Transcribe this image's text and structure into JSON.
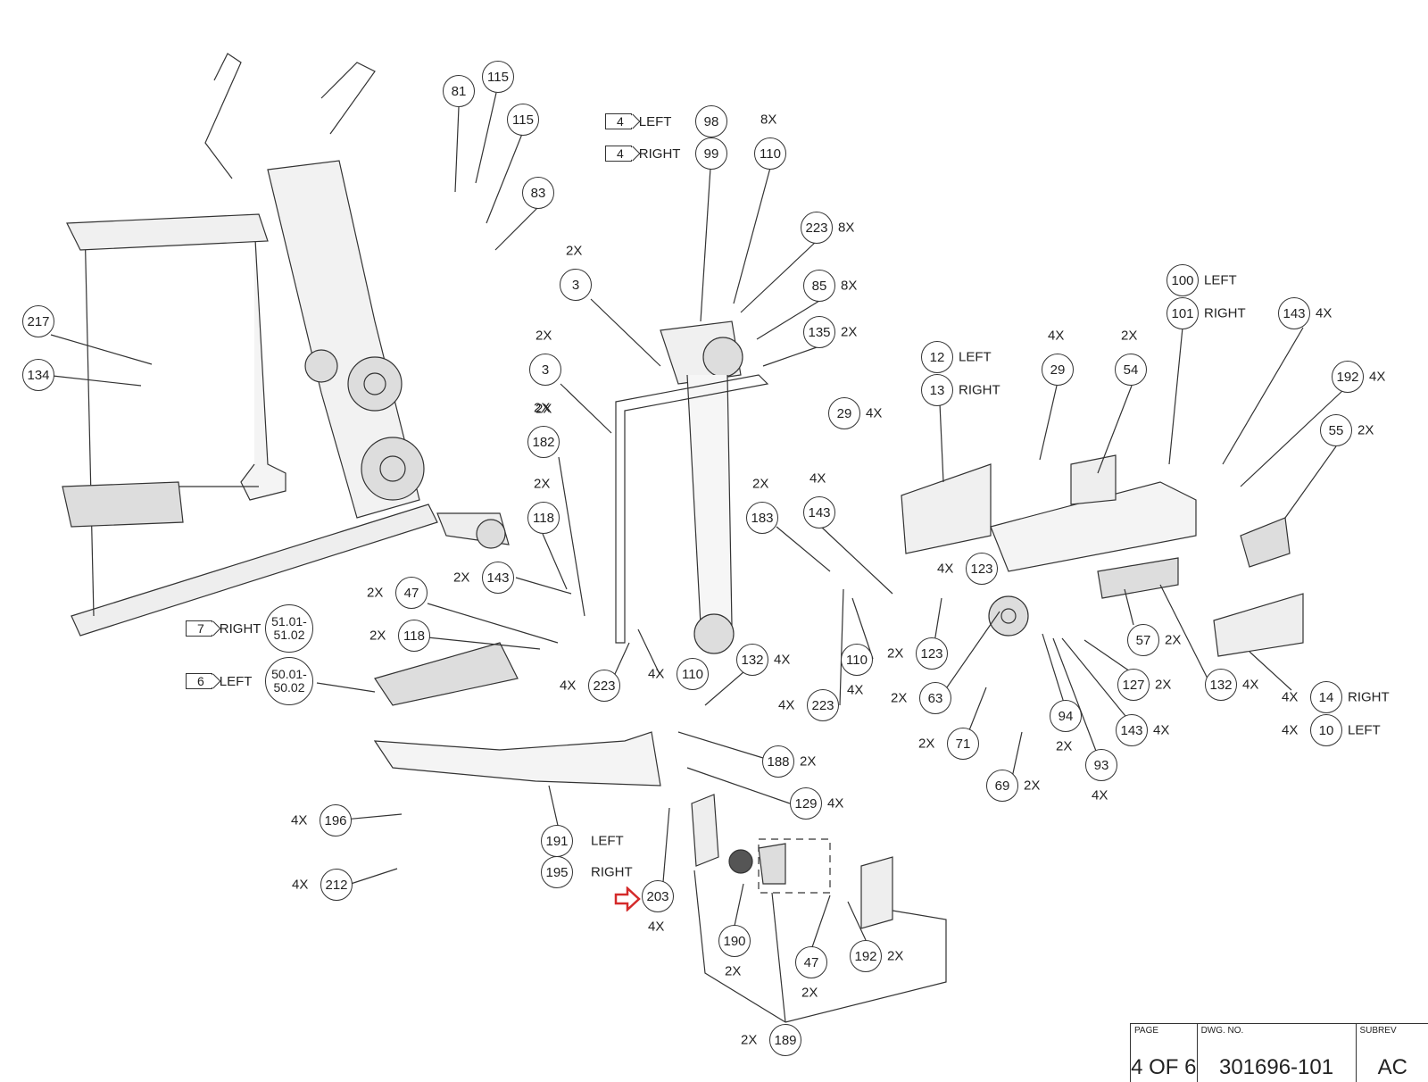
{
  "diagram": {
    "title_block": {
      "page_label": "PAGE",
      "page_value": "4 OF 6",
      "dwg_label": "DWG. NO.",
      "dwg_value": "301696-101",
      "subrev_label": "SUBREV",
      "subrev_value": "AC"
    },
    "sub_assembly_tags": [
      {
        "num": "4",
        "side": "LEFT",
        "part": "98"
      },
      {
        "num": "4",
        "side": "RIGHT",
        "part": "99"
      },
      {
        "num": "7",
        "side": "RIGHT",
        "part": "51.01-\n51.02"
      },
      {
        "num": "6",
        "side": "LEFT",
        "part": "50.01-\n50.02"
      }
    ],
    "callouts": [
      {
        "id": "81",
        "qty": ""
      },
      {
        "id": "115",
        "qty": ""
      },
      {
        "id": "115b",
        "label": "115",
        "qty": ""
      },
      {
        "id": "83",
        "qty": ""
      },
      {
        "id": "110",
        "label": "110",
        "qty": "8X"
      },
      {
        "id": "223",
        "label": "223",
        "qty": "8X"
      },
      {
        "id": "85",
        "label": "85",
        "qty": "8X"
      },
      {
        "id": "135",
        "label": "135",
        "qty": "2X"
      },
      {
        "id": "3",
        "label": "3",
        "qty": "2X"
      },
      {
        "id": "3b",
        "label": "3",
        "qty": "2X"
      },
      {
        "id": "217",
        "label": "217",
        "qty": ""
      },
      {
        "id": "134",
        "label": "134",
        "qty": ""
      },
      {
        "id": "182",
        "label": "182",
        "qty": "2X"
      },
      {
        "id": "118",
        "label": "118",
        "qty": "2X"
      },
      {
        "id": "143a",
        "label": "143",
        "qty": "2X"
      },
      {
        "id": "47",
        "label": "47",
        "qty": "2X"
      },
      {
        "id": "118b",
        "label": "118",
        "qty": "2X"
      },
      {
        "id": "223b",
        "label": "223",
        "qty": "4X"
      },
      {
        "id": "110b",
        "label": "110",
        "qty": "4X"
      },
      {
        "id": "183",
        "label": "183",
        "qty": "2X"
      },
      {
        "id": "143b",
        "label": "143",
        "qty": "4X"
      },
      {
        "id": "123",
        "label": "123",
        "qty": "4X"
      },
      {
        "id": "123b",
        "label": "123",
        "qty": "2X"
      },
      {
        "id": "110c",
        "label": "110",
        "qty": "4X"
      },
      {
        "id": "223c",
        "label": "223",
        "qty": "4X"
      },
      {
        "id": "132",
        "label": "132",
        "qty": "4X"
      },
      {
        "id": "63",
        "label": "63",
        "qty": "2X"
      },
      {
        "id": "71",
        "label": "71",
        "qty": "2X"
      },
      {
        "id": "69",
        "label": "69",
        "qty": "2X"
      },
      {
        "id": "94",
        "label": "94",
        "qty": "2X"
      },
      {
        "id": "93",
        "label": "93",
        "qty": "4X"
      },
      {
        "id": "143c",
        "label": "143",
        "qty": "4X"
      },
      {
        "id": "127",
        "label": "127",
        "qty": "2X"
      },
      {
        "id": "57",
        "label": "57",
        "qty": "2X"
      },
      {
        "id": "132b",
        "label": "132",
        "qty": "4X"
      },
      {
        "id": "14",
        "label": "14",
        "qty": "4X",
        "side": "RIGHT"
      },
      {
        "id": "10",
        "label": "10",
        "qty": "4X",
        "side": "LEFT"
      },
      {
        "id": "12",
        "label": "12",
        "qty": "",
        "side": "LEFT"
      },
      {
        "id": "13",
        "label": "13",
        "qty": "",
        "side": "RIGHT"
      },
      {
        "id": "29",
        "label": "29",
        "qty": "4X"
      },
      {
        "id": "29b",
        "label": "29",
        "qty": "4X"
      },
      {
        "id": "54",
        "label": "54",
        "qty": "2X"
      },
      {
        "id": "100",
        "label": "100",
        "qty": "",
        "side": "LEFT"
      },
      {
        "id": "101",
        "label": "101",
        "qty": "",
        "side": "RIGHT"
      },
      {
        "id": "143d",
        "label": "143",
        "qty": "4X"
      },
      {
        "id": "192",
        "label": "192",
        "qty": "4X"
      },
      {
        "id": "55",
        "label": "55",
        "qty": "2X"
      },
      {
        "id": "188",
        "label": "188",
        "qty": "2X"
      },
      {
        "id": "129",
        "label": "129",
        "qty": "4X"
      },
      {
        "id": "196",
        "label": "196",
        "qty": "4X"
      },
      {
        "id": "212",
        "label": "212",
        "qty": "4X"
      },
      {
        "id": "191",
        "label": "191",
        "qty": "",
        "side": "LEFT"
      },
      {
        "id": "195",
        "label": "195",
        "qty": "",
        "side": "RIGHT"
      },
      {
        "id": "203",
        "label": "203",
        "qty": "4X"
      },
      {
        "id": "190",
        "label": "190",
        "qty": "2X"
      },
      {
        "id": "47b",
        "label": "47",
        "qty": "2X"
      },
      {
        "id": "192b",
        "label": "192",
        "qty": "2X"
      },
      {
        "id": "189",
        "label": "189",
        "qty": "2X"
      }
    ],
    "highlight_arrow_color": "#d42a2a",
    "highlight_target": "203"
  }
}
